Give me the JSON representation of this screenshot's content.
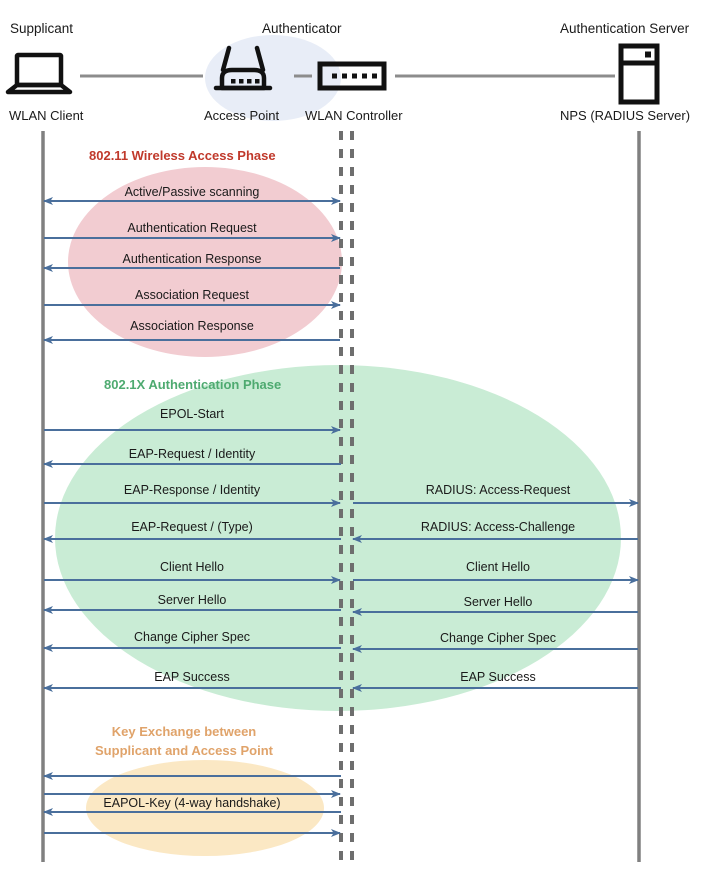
{
  "diagram": {
    "title_row": [
      {
        "name": "supplicant",
        "label": "Supplicant"
      },
      {
        "name": "authenticator",
        "label": "Authenticator"
      },
      {
        "name": "authentication-server",
        "label": "Authentication Server"
      }
    ],
    "nodes": [
      {
        "name": "wlan-client",
        "label": "WLAN Client",
        "icon": "laptop-icon"
      },
      {
        "name": "access-point",
        "label": "Access Point",
        "icon": "wireless-router-icon"
      },
      {
        "name": "wlan-controller",
        "label": "WLAN Controller",
        "icon": "switch-icon"
      },
      {
        "name": "nps-radius-server",
        "label": "NPS (RADIUS Server)",
        "icon": "server-icon"
      }
    ],
    "colors": {
      "phase1_text": "#c0392b",
      "phase1_fill": "#f2ccd1",
      "phase2_text": "#4eaa70",
      "phase2_fill": "#c9ecd5",
      "phase3_text": "#e0a36a",
      "phase3_fill": "#fbe8c4",
      "arrow": "#4a6f9c",
      "lifeline": "#808080",
      "authenticator_fill": "#e8edf7"
    },
    "phases": [
      {
        "name": "wireless-access-phase",
        "label": "802.11 Wireless Access Phase",
        "messages": [
          {
            "label": "Active/Passive scanning",
            "dir": "both",
            "side": "left"
          },
          {
            "label": "Authentication Request",
            "dir": "right",
            "side": "left"
          },
          {
            "label": "Authentication Response",
            "dir": "left",
            "side": "left"
          },
          {
            "label": "Association Request",
            "dir": "right",
            "side": "left"
          },
          {
            "label": "Association Response",
            "dir": "left",
            "side": "left"
          }
        ]
      },
      {
        "name": "dot1x-authentication-phase",
        "label": "802.1X Authentication Phase",
        "messages": [
          {
            "label": "EPOL-Start",
            "dir": "right",
            "side": "left"
          },
          {
            "label": "EAP-Request / Identity",
            "dir": "left",
            "side": "left"
          },
          {
            "label": "EAP-Response / Identity",
            "dir": "right",
            "side": "left"
          },
          {
            "label": "RADIUS: Access-Request",
            "dir": "right",
            "side": "right"
          },
          {
            "label": "EAP-Request / (Type)",
            "dir": "left",
            "side": "left"
          },
          {
            "label": "RADIUS: Access-Challenge",
            "dir": "left",
            "side": "right"
          },
          {
            "label": "Client Hello",
            "dir": "right",
            "side": "left"
          },
          {
            "label": "Client Hello",
            "dir": "right",
            "side": "right"
          },
          {
            "label": "Server Hello",
            "dir": "left",
            "side": "left"
          },
          {
            "label": "Server Hello",
            "dir": "left",
            "side": "right"
          },
          {
            "label": "Change Cipher Spec",
            "dir": "left",
            "side": "left"
          },
          {
            "label": "Change Cipher Spec",
            "dir": "left",
            "side": "right"
          },
          {
            "label": "EAP Success",
            "dir": "left",
            "side": "left"
          },
          {
            "label": "EAP Success",
            "dir": "left",
            "side": "right"
          }
        ]
      },
      {
        "name": "key-exchange-phase",
        "label_line1": "Key Exchange between",
        "label_line2": "Supplicant and Access Point",
        "messages": [
          {
            "label": "",
            "dir": "left",
            "side": "left"
          },
          {
            "label": "",
            "dir": "right",
            "side": "left"
          },
          {
            "label": "EAPOL-Key (4-way handshake)",
            "dir": "left",
            "side": "left"
          },
          {
            "label": "",
            "dir": "right",
            "side": "left"
          }
        ]
      }
    ]
  }
}
